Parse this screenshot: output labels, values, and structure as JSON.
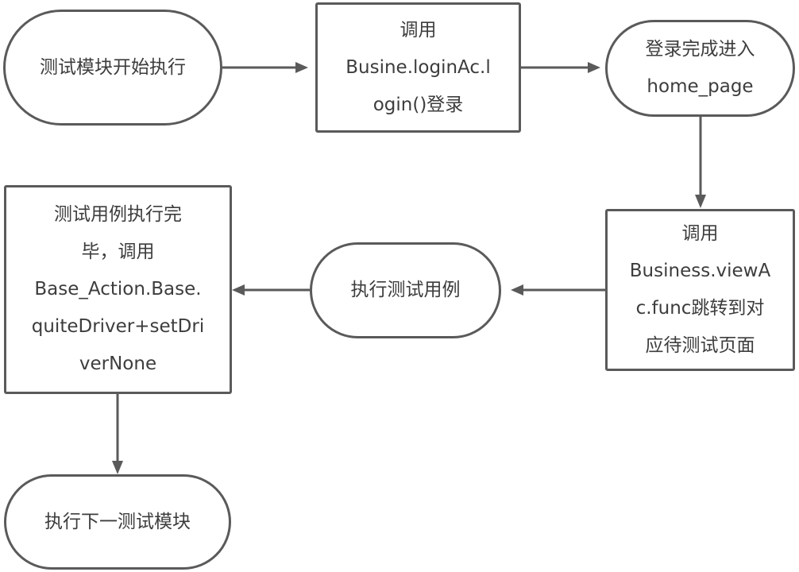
{
  "diagram": {
    "type": "flowchart",
    "colors": {
      "stroke": "#5a5a5a",
      "text": "#3d3d3d",
      "background": "#ffffff"
    },
    "nodes": [
      {
        "id": "n1",
        "shape": "terminal",
        "lines": [
          "测试模块开始执行"
        ]
      },
      {
        "id": "n2",
        "shape": "process",
        "lines": [
          "调用",
          "Busine.loginAc.l",
          "ogin()登录"
        ]
      },
      {
        "id": "n3",
        "shape": "terminal",
        "lines": [
          "登录完成进入",
          "home_page"
        ]
      },
      {
        "id": "n4",
        "shape": "process",
        "lines": [
          "调用",
          "Business.viewA",
          "c.func跳转到对",
          "应待测试页面"
        ]
      },
      {
        "id": "n5",
        "shape": "terminal",
        "lines": [
          "执行测试用例"
        ]
      },
      {
        "id": "n6",
        "shape": "process",
        "lines": [
          "测试用例执行完",
          "毕，调用",
          "Base_Action.Base.",
          "quiteDriver+setDri",
          "verNone"
        ]
      },
      {
        "id": "n7",
        "shape": "terminal",
        "lines": [
          "执行下一测试模块"
        ]
      }
    ],
    "edges": [
      {
        "from": "n1",
        "to": "n2"
      },
      {
        "from": "n2",
        "to": "n3"
      },
      {
        "from": "n3",
        "to": "n4"
      },
      {
        "from": "n4",
        "to": "n5"
      },
      {
        "from": "n5",
        "to": "n6"
      },
      {
        "from": "n6",
        "to": "n7"
      }
    ]
  }
}
